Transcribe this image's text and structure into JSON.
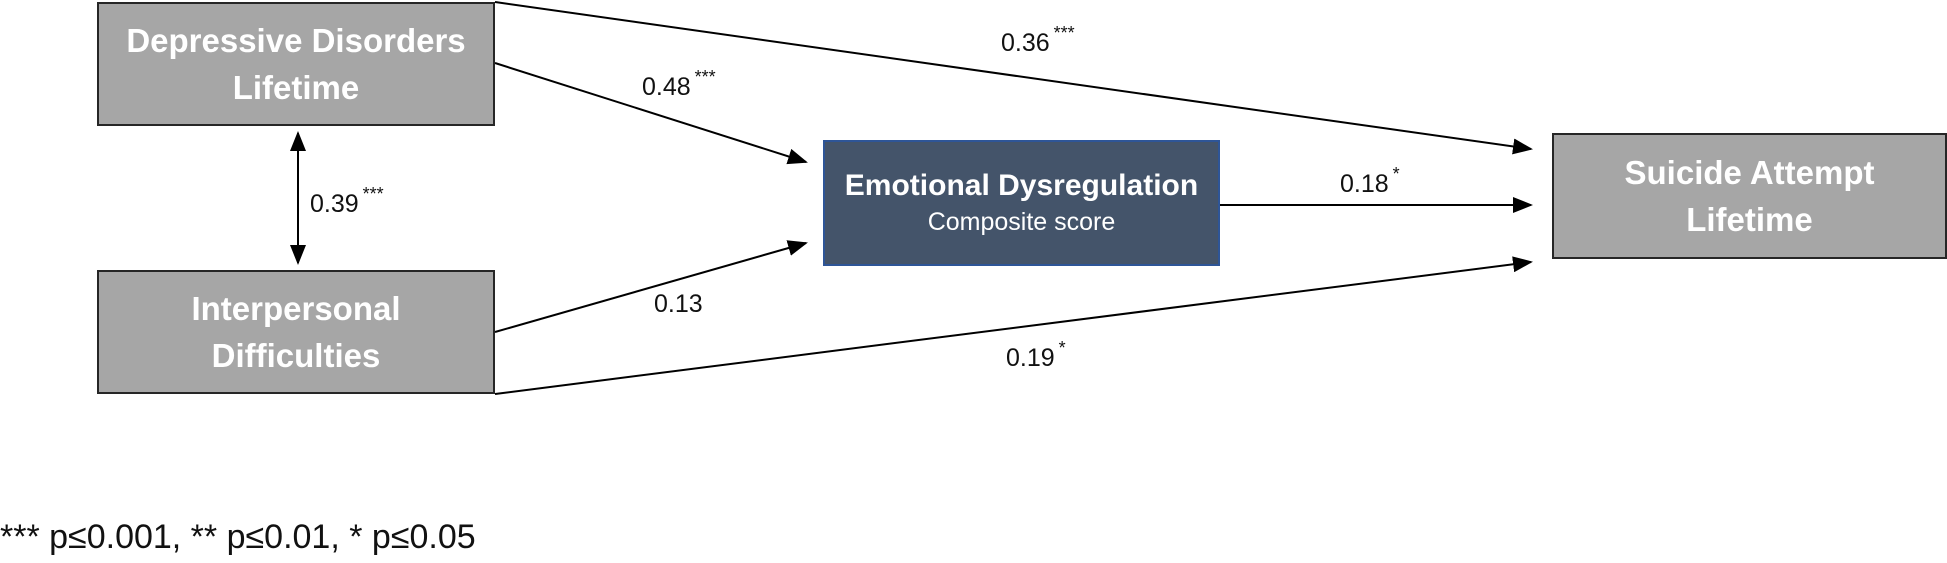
{
  "nodes": {
    "depressive": {
      "line1": "Depressive Disorders",
      "line2": "Lifetime"
    },
    "interpersonal": {
      "line1": "Interpersonal",
      "line2": "Difficulties"
    },
    "emotional": {
      "title": "Emotional Dysregulation",
      "subtitle": "Composite score"
    },
    "suicide": {
      "line1": "Suicide Attempt",
      "line2": "Lifetime"
    }
  },
  "paths": {
    "dep_to_emo": {
      "value": "0.48",
      "sig": "***"
    },
    "dep_to_sui": {
      "value": "0.36",
      "sig": "***"
    },
    "dep_int_corr": {
      "value": "0.39",
      "sig": "***"
    },
    "int_to_emo": {
      "value": "0.13",
      "sig": ""
    },
    "int_to_sui": {
      "value": "0.19",
      "sig": "*"
    },
    "emo_to_sui": {
      "value": "0.18",
      "sig": "*"
    }
  },
  "legend": "*** p≤0.001, ** p≤0.01, * p≤0.05",
  "colors": {
    "gray_box": "#a6a6a6",
    "gray_border": "#262626",
    "blue_box": "#44546a",
    "blue_border": "#2e5597",
    "arrow": "#000000"
  }
}
